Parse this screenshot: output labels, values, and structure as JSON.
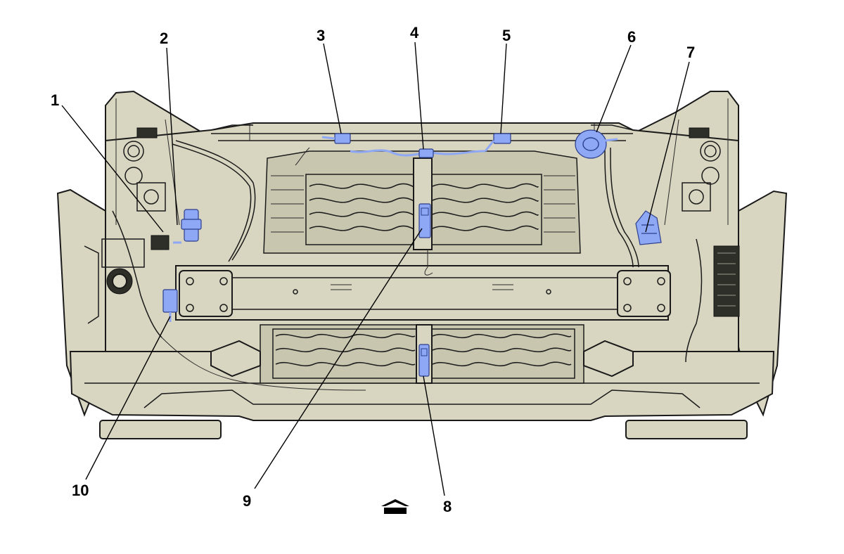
{
  "colors": {
    "body": "#d8d5c0",
    "body_shade": "#c2bfa8",
    "accent": "#8fa8f5",
    "line": "#1a1a1a"
  },
  "callouts": [
    {
      "id": "1",
      "label": "1"
    },
    {
      "id": "2",
      "label": "2"
    },
    {
      "id": "3",
      "label": "3"
    },
    {
      "id": "4",
      "label": "4"
    },
    {
      "id": "5",
      "label": "5"
    },
    {
      "id": "6",
      "label": "6"
    },
    {
      "id": "7",
      "label": "7"
    },
    {
      "id": "8",
      "label": "8"
    },
    {
      "id": "9",
      "label": "9"
    },
    {
      "id": "10",
      "label": "10"
    }
  ],
  "front_indicator": {
    "icon": "vehicle-front-arrow-icon"
  }
}
